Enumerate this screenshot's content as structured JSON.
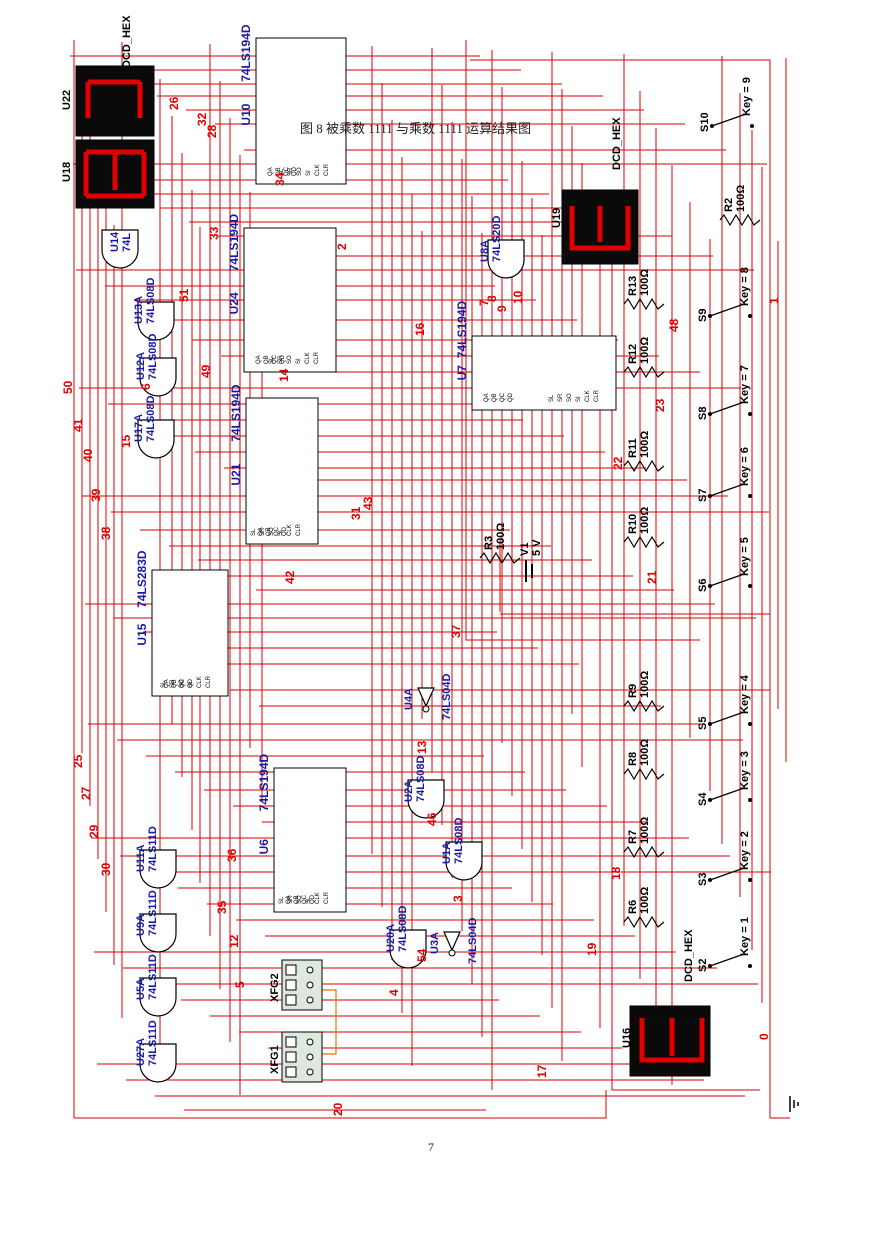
{
  "caption": "图 8  被乘数 1111 与乘数 1111 运算结果图",
  "page_number": "7",
  "colors": {
    "wire": "#d40000",
    "label_blue": "#1a1aa0",
    "net_red": "#e00000",
    "display_bg": "#0a0a0a",
    "segment": "#e00000"
  },
  "chips": [
    {
      "ref": "U10",
      "part": "74LS194D"
    },
    {
      "ref": "U24",
      "part": "74LS194D"
    },
    {
      "ref": "U21",
      "part": "74LS194D"
    },
    {
      "ref": "U7",
      "part": "74LS194D"
    },
    {
      "ref": "U6",
      "part": "74LS194D"
    },
    {
      "ref": "U15",
      "part": "74LS283D"
    }
  ],
  "gates": [
    {
      "ref": "U14",
      "part": "74L"
    },
    {
      "ref": "U13A",
      "part": "74LS08D"
    },
    {
      "ref": "U12A",
      "part": "74LS08D"
    },
    {
      "ref": "U17A",
      "part": "74LS08D"
    },
    {
      "ref": "U8A",
      "part": "74LS20D"
    },
    {
      "ref": "U4A",
      "part": "74LS04D"
    },
    {
      "ref": "U2A",
      "part": "74LS08D"
    },
    {
      "ref": "U1A",
      "part": "74LS08D"
    },
    {
      "ref": "U20A",
      "part": "74LS08D"
    },
    {
      "ref": "U3A",
      "part": "74LS04D"
    },
    {
      "ref": "U11A",
      "part": "74LS11D"
    },
    {
      "ref": "U9A",
      "part": "74LS11D"
    },
    {
      "ref": "U5A",
      "part": "74LS11D"
    },
    {
      "ref": "U27A",
      "part": "74LS11D"
    }
  ],
  "displays": [
    {
      "ref": "U22",
      "part": "DCD_HEX"
    },
    {
      "ref": "U18",
      "part": "DCD_HEX"
    },
    {
      "ref": "U19",
      "part": "DCD_HEX"
    },
    {
      "ref": "U16",
      "part": "DCD_HEX"
    }
  ],
  "resistors": [
    {
      "ref": "R2",
      "value": "100Ω"
    },
    {
      "ref": "R13",
      "value": "100Ω"
    },
    {
      "ref": "R12",
      "value": "100Ω"
    },
    {
      "ref": "R11",
      "value": "100Ω"
    },
    {
      "ref": "R10",
      "value": "100Ω"
    },
    {
      "ref": "R3",
      "value": "100Ω"
    },
    {
      "ref": "R9",
      "value": "100Ω"
    },
    {
      "ref": "R8",
      "value": "100Ω"
    },
    {
      "ref": "R7",
      "value": "100Ω"
    },
    {
      "ref": "R6",
      "value": "100Ω"
    }
  ],
  "switches": [
    {
      "ref": "S10",
      "key": "Key = 9"
    },
    {
      "ref": "S9",
      "key": "Key = 8"
    },
    {
      "ref": "S8",
      "key": "Key = 7"
    },
    {
      "ref": "S7",
      "key": "Key = 6"
    },
    {
      "ref": "S6",
      "key": "Key = 5"
    },
    {
      "ref": "S5",
      "key": "Key = 4"
    },
    {
      "ref": "S4",
      "key": "Key = 3"
    },
    {
      "ref": "S3",
      "key": "Key = 2"
    },
    {
      "ref": "S2",
      "key": "Key = 1"
    }
  ],
  "source": {
    "ref": "V1",
    "value": "5 V"
  },
  "generators": [
    "XFG2",
    "XFG1"
  ],
  "net_labels": [
    "26",
    "32",
    "28",
    "34",
    "33",
    "2",
    "51",
    "49",
    "14",
    "16",
    "50",
    "41",
    "40",
    "39",
    "38",
    "15",
    "6",
    "31",
    "43",
    "42",
    "7",
    "8",
    "9",
    "10",
    "48",
    "23",
    "22",
    "21",
    "37",
    "25",
    "27",
    "29",
    "30",
    "36",
    "35",
    "12",
    "5",
    "13",
    "46",
    "3",
    "54",
    "4",
    "19",
    "18",
    "17",
    "20",
    "0",
    "1"
  ]
}
